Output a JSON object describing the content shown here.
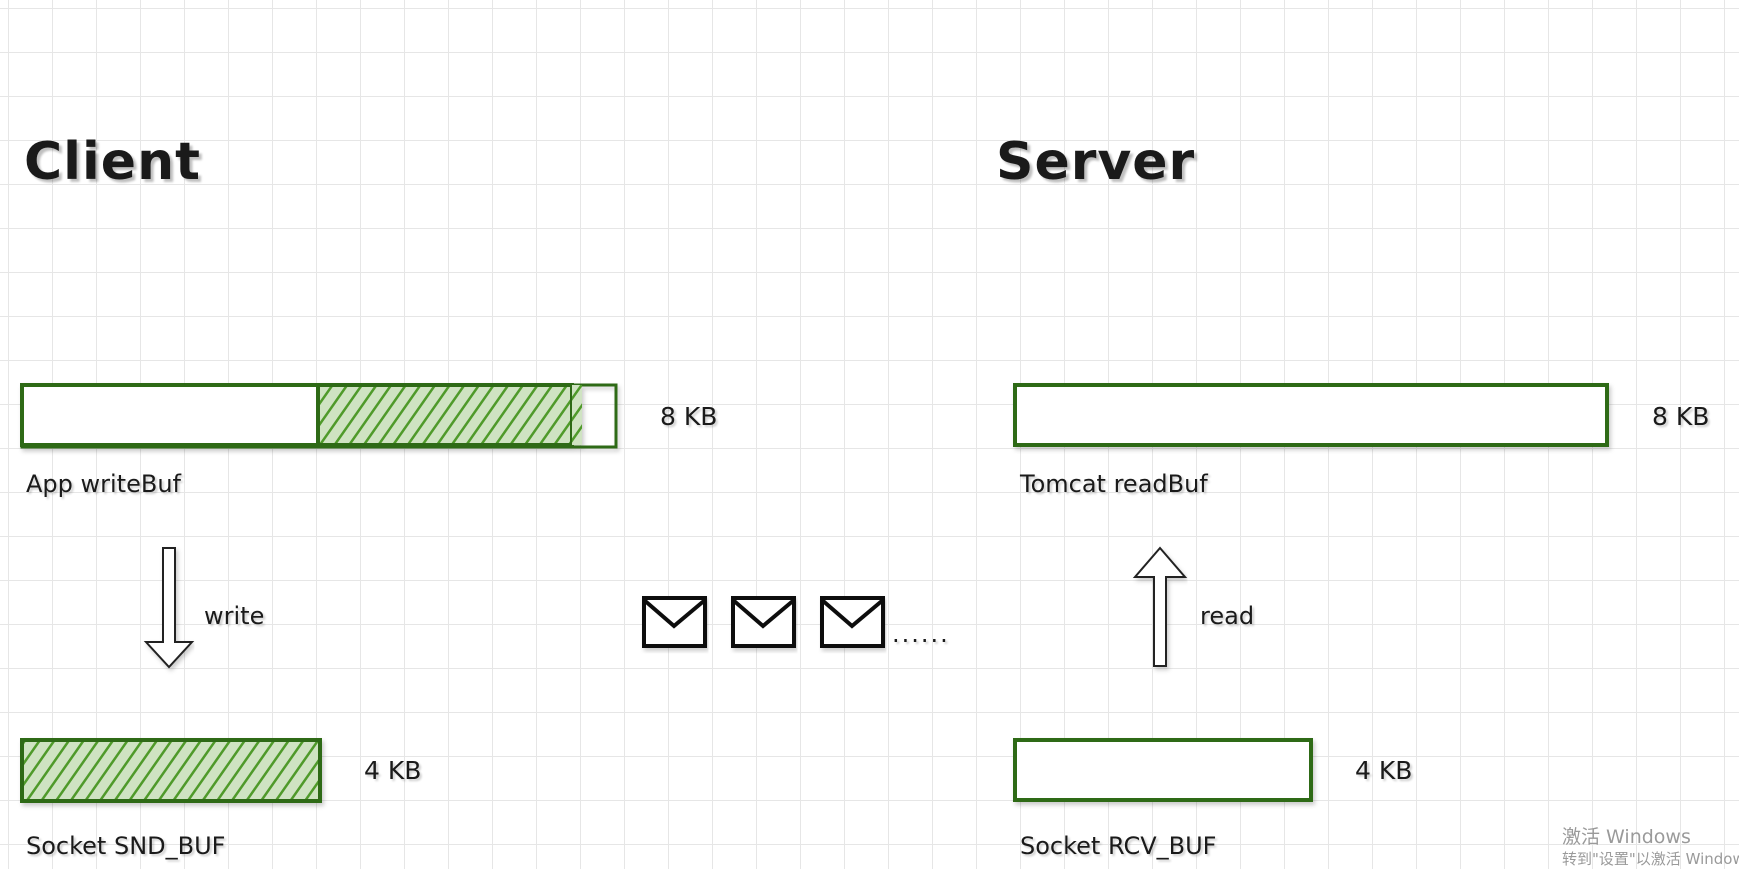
{
  "client": {
    "title": "Client",
    "app_buffer": {
      "label": "App writeBuf",
      "size": "8 KB"
    },
    "socket_buffer": {
      "label": "Socket SND_BUF",
      "size": "4 KB"
    },
    "arrow_label": "write"
  },
  "server": {
    "title": "Server",
    "app_buffer": {
      "label": "Tomcat readBuf",
      "size": "8 KB"
    },
    "socket_buffer": {
      "label": "Socket RCV_BUF",
      "size": "4 KB"
    },
    "arrow_label": "read"
  },
  "transit": {
    "ellipsis": "......"
  },
  "watermark": {
    "line1": "激活 Windows",
    "line2": "转到\"设置\"以激活 Windows"
  },
  "colors": {
    "buffer_stroke": "#2e6b17",
    "hatch_fill": "#5aa035",
    "hatch_line": "#2e6b17",
    "ink": "#111111"
  }
}
